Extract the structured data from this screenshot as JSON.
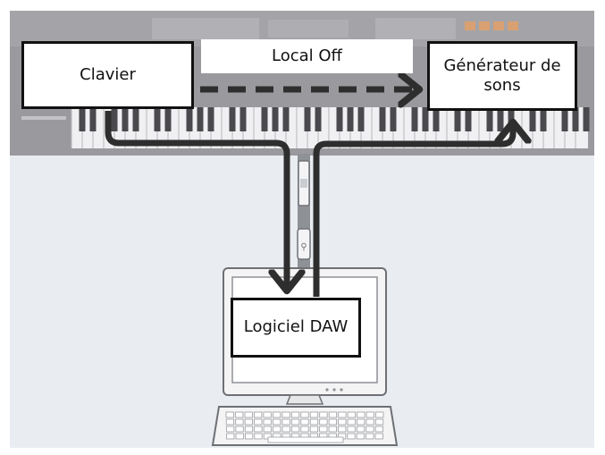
{
  "labels": {
    "keyboard": "Clavier",
    "local_off": "Local Off",
    "sound_generator": "Générateur de sons",
    "daw_software": "Logiciel DAW"
  },
  "colors": {
    "background": "#e9edf1",
    "instrument_panel": "#97979b",
    "arrow": "#2e2e2e",
    "box_border": "#111111"
  },
  "icons": {
    "usb_cable": "usb-cable-icon",
    "computer": "computer-icon",
    "keyboard_device": "computer-keyboard-icon"
  }
}
